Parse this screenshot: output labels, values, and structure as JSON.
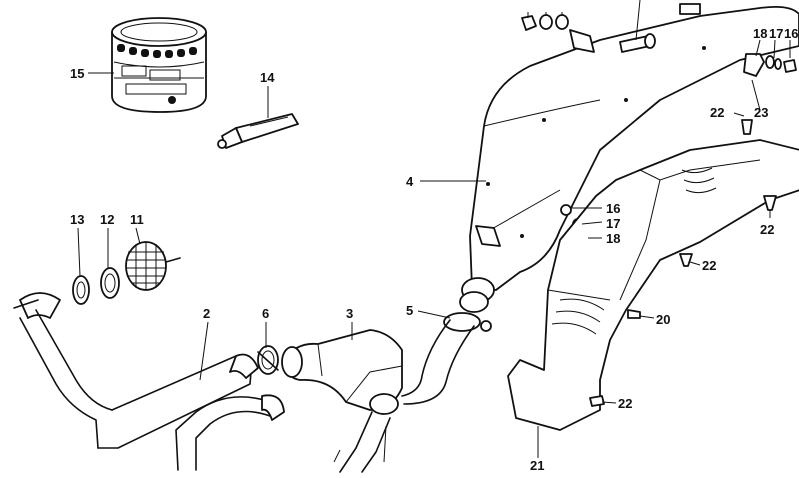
{
  "callouts": [
    {
      "id": "c15",
      "label": "15"
    },
    {
      "id": "c14",
      "label": "14"
    },
    {
      "id": "c13",
      "label": "13"
    },
    {
      "id": "c12",
      "label": "12"
    },
    {
      "id": "c11",
      "label": "11"
    },
    {
      "id": "c2",
      "label": "2"
    },
    {
      "id": "c6",
      "label": "6"
    },
    {
      "id": "c3",
      "label": "3"
    },
    {
      "id": "c4",
      "label": "4"
    },
    {
      "id": "c5",
      "label": "5"
    },
    {
      "id": "c16a",
      "label": "16"
    },
    {
      "id": "c17a",
      "label": "17"
    },
    {
      "id": "c18a",
      "label": "18"
    },
    {
      "id": "c18b",
      "label": "18"
    },
    {
      "id": "c17b",
      "label": "17"
    },
    {
      "id": "c16b",
      "label": "16"
    },
    {
      "id": "c22a",
      "label": "22"
    },
    {
      "id": "c23",
      "label": "23"
    },
    {
      "id": "c22b",
      "label": "22"
    },
    {
      "id": "c22c",
      "label": "22"
    },
    {
      "id": "c20",
      "label": "20"
    },
    {
      "id": "c22d",
      "label": "22"
    },
    {
      "id": "c21",
      "label": "21"
    }
  ]
}
